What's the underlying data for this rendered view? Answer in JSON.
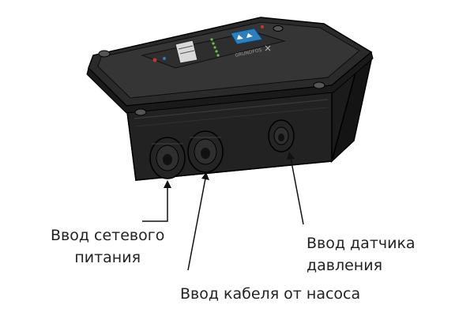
{
  "device": {
    "brand_logo": "GRUNDFOS"
  },
  "callouts": {
    "power_input": {
      "line1": "Ввод сетевого",
      "line2": "питания"
    },
    "pump_cable": {
      "text": "Ввод кабеля от насоса"
    },
    "pressure_sensor": {
      "line1": "Ввод датчика",
      "line2": "давления"
    }
  },
  "colors": {
    "housing_dark": "#1e1e1e",
    "housing_mid": "#2c2c2c",
    "housing_top": "#3a3a3a",
    "panel_blue": "#2a7fbf",
    "led_green": "#6fbf4a",
    "leader": "#111111"
  }
}
